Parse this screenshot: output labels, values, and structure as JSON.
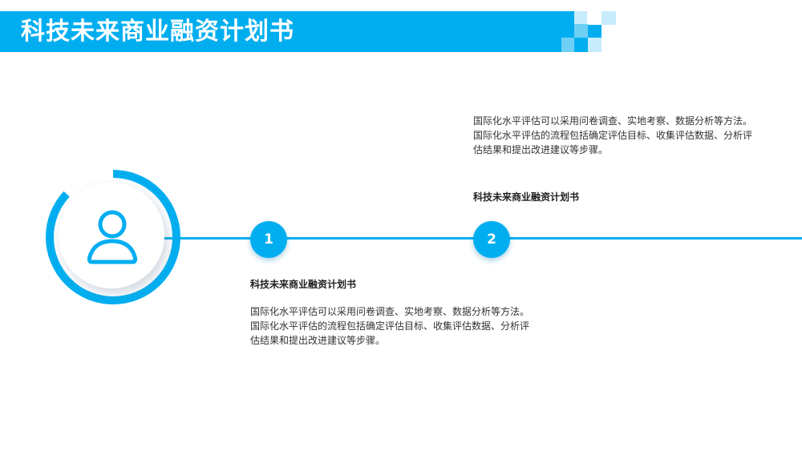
{
  "header": {
    "title": "科技未来商业融资计划书"
  },
  "colors": {
    "accent": "#00aef0",
    "accent_light": "#6fd0f5",
    "accent_pale": "#c7ecfb"
  },
  "avatar": {
    "icon": "user-icon"
  },
  "steps": [
    {
      "number": "1",
      "heading": "科技未来商业融资计划书",
      "text_line_1": "国际化水平评估可以采用问卷调查、实地考察、数据分析等方法。",
      "text_line_2": "国际化水平评估的流程包括确定评估目标、收集评估数据、分析评估结果和提出改进建议等步骤。"
    },
    {
      "number": "2",
      "heading": "科技未来商业融资计划书",
      "text_line_1": "国际化水平评估可以采用问卷调查、实地考察、数据分析等方法。",
      "text_line_2": "国际化水平评估的流程包括确定评估目标、收集评估数据、分析评估结果和提出改进建议等步骤。"
    }
  ]
}
